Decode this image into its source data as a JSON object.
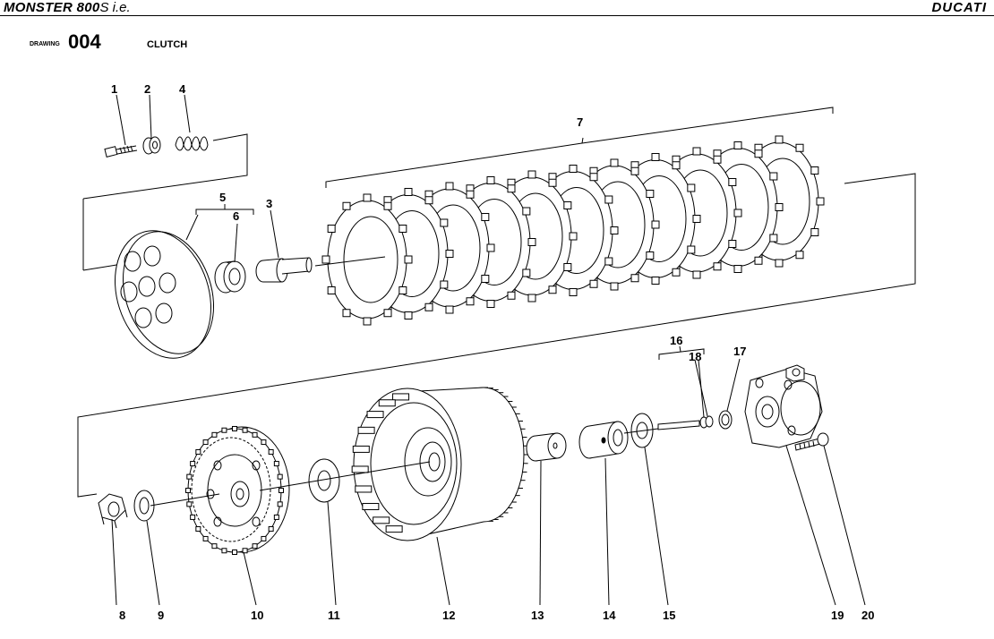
{
  "header": {
    "model_bold": "MONSTER 800",
    "model_suffix": "S i.e.",
    "brand": "DUCATI"
  },
  "drawing": {
    "label": "DRAWING",
    "number": "004",
    "title": "CLUTCH"
  },
  "callouts": {
    "c1": "1",
    "c2": "2",
    "c3": "3",
    "c4": "4",
    "c5": "5",
    "c6": "6",
    "c7": "7",
    "c8": "8",
    "c9": "9",
    "c10": "10",
    "c11": "11",
    "c12": "12",
    "c13": "13",
    "c14": "14",
    "c15": "15",
    "c16": "16",
    "c17": "17",
    "c18": "18",
    "c19": "19",
    "c20": "20"
  }
}
